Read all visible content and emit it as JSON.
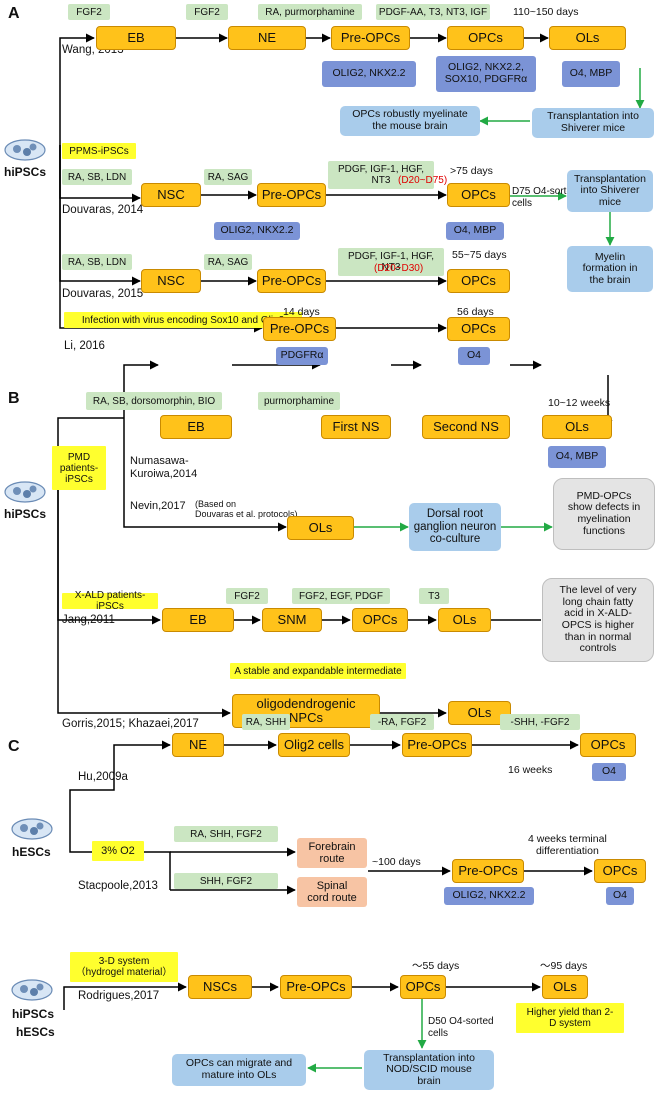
{
  "panels": {
    "a": "A",
    "b": "B",
    "c": "C"
  },
  "a": {
    "src": "hiPSCs",
    "wang": {
      "label": "Wang, 2013",
      "cond": [
        "FGF2",
        "FGF2",
        "RA, purmorphamine",
        "PDGF-AA, T3, NT3, IGF"
      ],
      "days": "110~150 days",
      "stages": [
        "EB",
        "NE",
        "Pre-OPCs",
        "OPCs",
        "OLs"
      ],
      "markers": [
        "OLIG2, NKX2.2",
        "OLIG2, NKX2.2,\nSOX10, PDGFRα",
        "O4, MBP"
      ],
      "transplant": "Transplantation into\nShiverer mice",
      "result": "OPCs robustly myelinate\nthe mouse brain"
    },
    "d2014": {
      "ppms": "PPMS-iPSCs",
      "label": "Douvaras, 2014",
      "cond1": "RA, SB, LDN",
      "cond2": "RA, SAG",
      "cond3": "PDGF, IGF-1, HGF,\nNT3",
      "cond3_red": "(D20~D75)",
      "days": ">75 days",
      "nsc": "NSC",
      "pre": "Pre-OPCs",
      "opcs": "OPCs",
      "sorted": "D75 O4-sorted\ncells",
      "transplant": "Transplantation\ninto Shiverer\nmice",
      "myelin": "Myelin\nformation in\nthe brain",
      "m1": "OLIG2, NKX2.2",
      "m2": "O4, MBP"
    },
    "d2015": {
      "label": "Douvaras, 2015",
      "cond1": "RA, SB, LDN",
      "cond2": "RA, SAG",
      "cond3": "PDGF, IGF-1, HGF,\nNT3",
      "cond3_red": "(D20~D30)",
      "days": "55~75 days",
      "nsc": "NSC",
      "pre": "Pre-OPCs",
      "opcs": "OPCs"
    },
    "li": {
      "label": "Li, 2016",
      "infection": "Infection with virus encoding Sox10 and Olig2",
      "d1": "14 days",
      "d2": "56 days",
      "pre": "Pre-OPCs",
      "opcs": "OPCs",
      "m1": "PDGFRα",
      "m2": "O4"
    }
  },
  "b": {
    "src": "hiPSCs",
    "pmd": "PMD\npatients-\niPSCs",
    "num": {
      "label": "Numasawa-\nKuroiwa,2014",
      "cond1": "RA, SB, dorsomorphin, BIO",
      "cond2": "purmorphamine",
      "weeks": "10~12 weeks",
      "eb": "EB",
      "first": "First NS",
      "second": "Second NS",
      "ols": "OLs",
      "marker": "O4, MBP"
    },
    "nevin": {
      "label": "Nevin,2017",
      "label_small": "(Based on\nDouvaras et al. protocols)",
      "ols": "OLs",
      "coculture": "Dorsal root\nganglion neuron\nco-culture",
      "defect": "PMD-OPCs\nshow defects in\nmyelination\nfunctions"
    },
    "jang": {
      "xald": "X-ALD patients-iPSCs",
      "label": "Jang,2011",
      "cond1": "FGF2",
      "cond2": "FGF2, EGF, PDGF",
      "cond3": "T3",
      "eb": "EB",
      "snm": "SNM",
      "opcs": "OPCs",
      "ols": "OLs",
      "result": "The level of very\nlong chain fatty\nacid in X-ALD-\nOPCS is higher\nthan in  normal\ncontrols"
    },
    "gorris": {
      "label": "Gorris,2015; Khazaei,2017",
      "stable": "A stable and expandable intermediate",
      "npcs": "oligodendrogenic\nNPCs",
      "ols": "OLs"
    }
  },
  "c": {
    "src": "hESCs",
    "hu": {
      "label": "Hu,2009a",
      "cond1": "RA, SHH",
      "cond2": "-RA, FGF2",
      "cond3": "-SHH, -FGF2",
      "ne": "NE",
      "olig2": "Olig2 cells",
      "pre": "Pre-OPCs",
      "opcs": "OPCs",
      "weeks": "16 weeks",
      "marker": "O4"
    },
    "stac": {
      "label": "Stacpoole,2013",
      "o2": "3% O2",
      "cond1": "RA, SHH, FGF2",
      "cond2": "SHH, FGF2",
      "forebrain": "Forebrain\nroute",
      "spinal": "Spinal\ncord route",
      "days": "~100 days",
      "term": "4 weeks terminal\ndifferentiation",
      "pre": "Pre-OPCs",
      "opcs": "OPCs",
      "m1": "OLIG2, NKX2.2",
      "m2": "O4"
    },
    "rod": {
      "src1": "hiPSCs",
      "src2": "hESCs",
      "system": "3-D system\n（hydrogel material）",
      "label": "Rodrigues,2017",
      "d55": "～55 days",
      "d95": "～95 days",
      "nscs": "NSCs",
      "pre": "Pre-OPCs",
      "opcs": "OPCs",
      "ols": "OLs",
      "yield": "Higher yield than 2-\nD system",
      "sorted": "D50  O4-sorted\ncells",
      "transplant": "Transplantation into\nNOD/SCID mouse\nbrain",
      "result": "OPCs can migrate and\nmature into OLs"
    }
  },
  "colors": {
    "orange": "#FFC21A",
    "green_cond": "#CBE6C2",
    "marker_blue": "#7B93D6",
    "light_blue": "#A9CCEB",
    "yellow": "#FFFF2E",
    "pink": "#F7C4A4",
    "arrow_green": "#22AA44"
  }
}
